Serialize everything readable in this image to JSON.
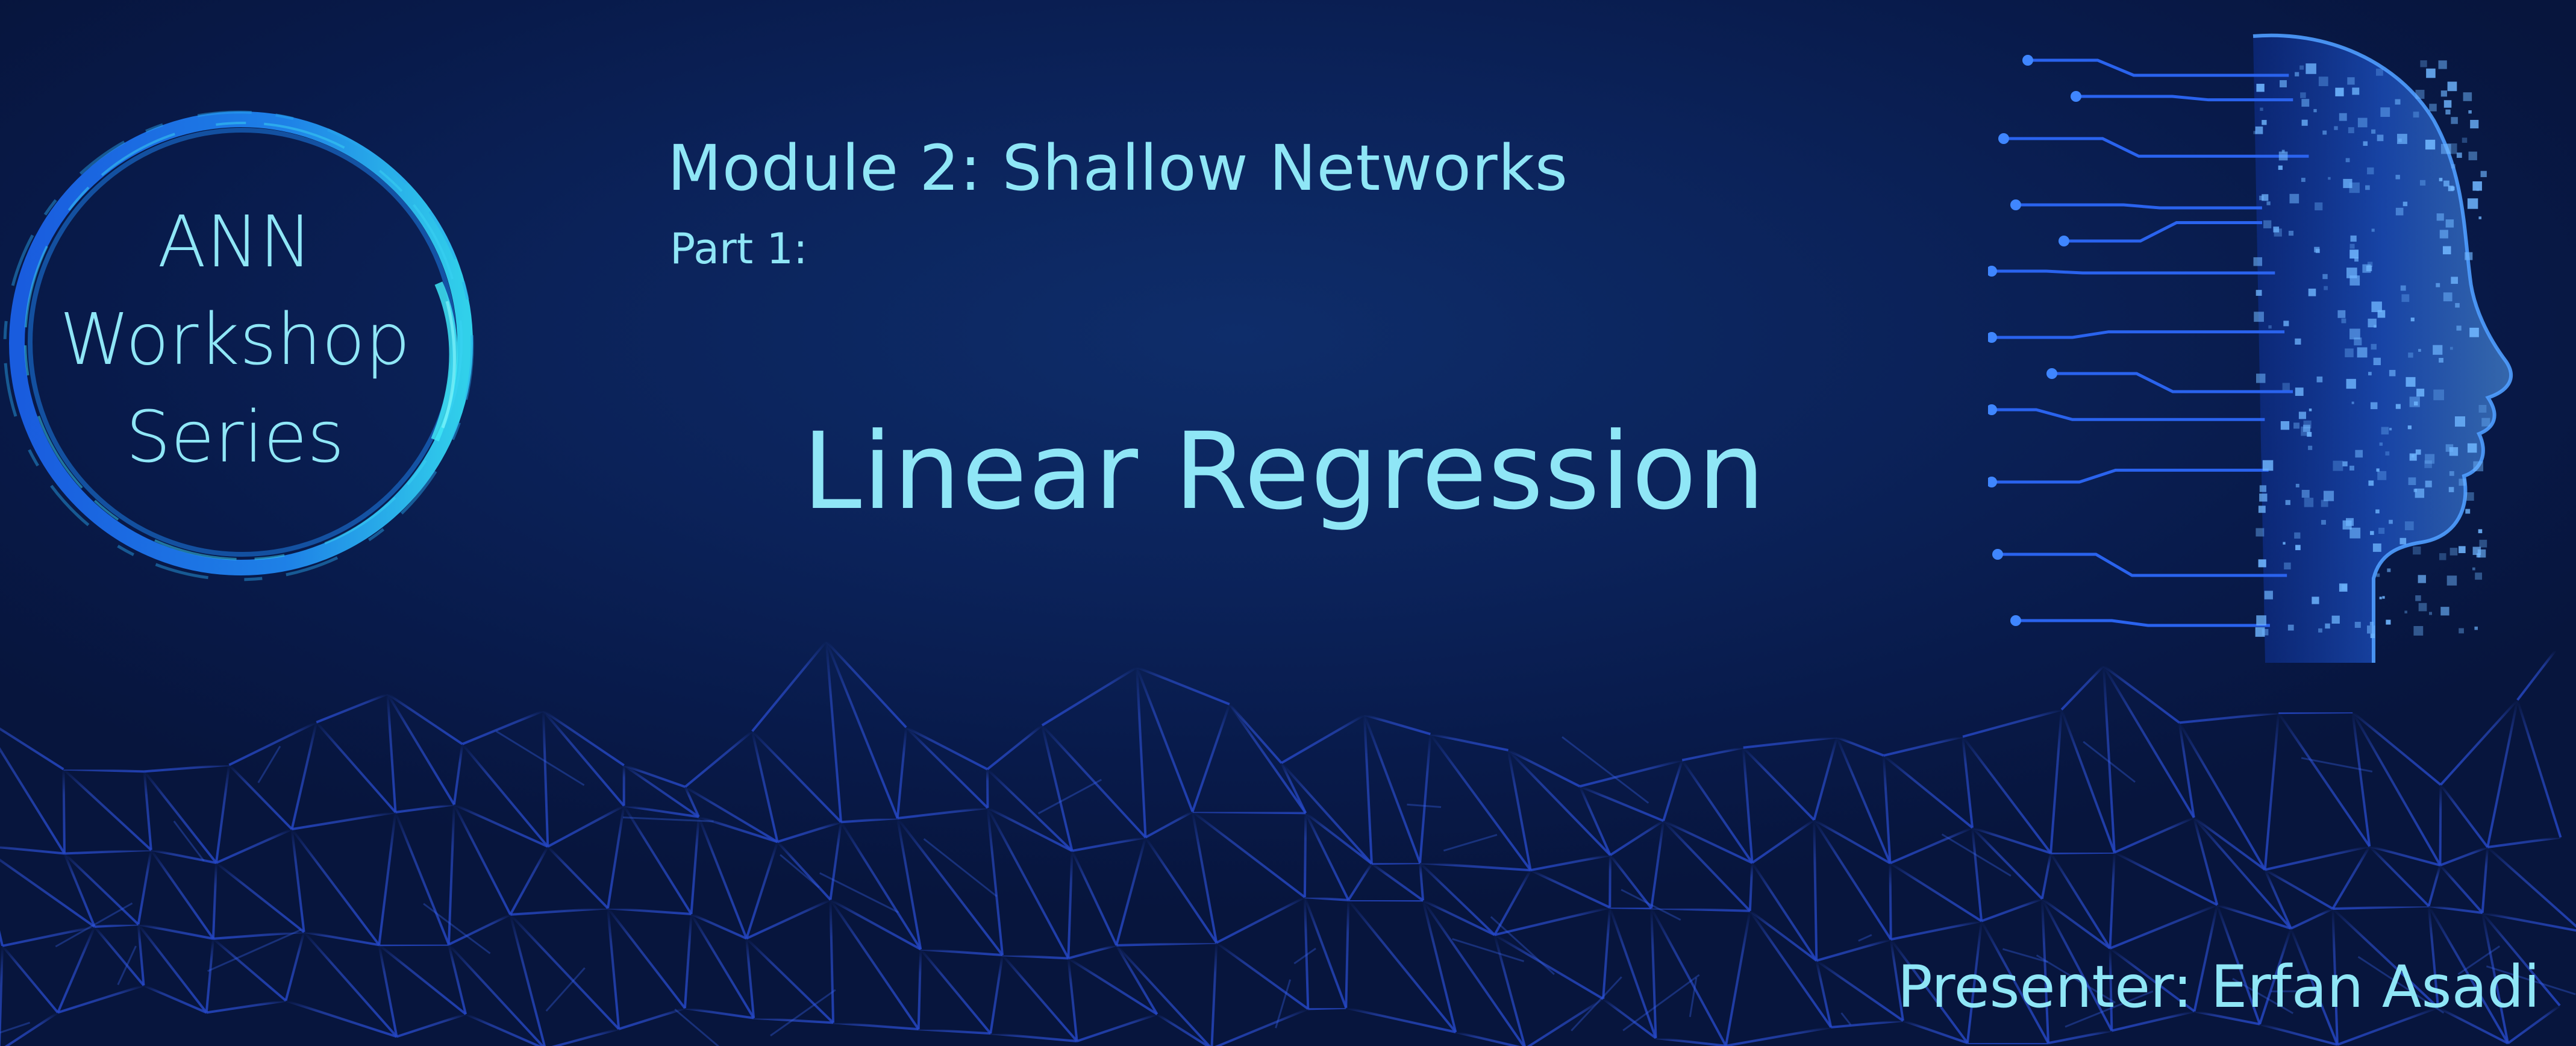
{
  "badge": {
    "line1": "ANN",
    "line2": "Workshop",
    "line3": "Series"
  },
  "module": {
    "title": "Module 2: Shallow Networks",
    "part": "Part 1:"
  },
  "main_title": "Linear Regression",
  "presenter": "Presenter: Erfan Asadi",
  "colors": {
    "background": "#0a1d52",
    "text": "#8fe6f6",
    "ring_outer": "#1f6fe8",
    "ring_inner": "#2fd4f0",
    "mesh": "#2446c4",
    "head": "#2b6df0"
  },
  "icons": {
    "badge_ring": "brush-circle-ring",
    "head": "ai-circuit-head-illustration",
    "mesh": "polygon-network-mesh"
  }
}
